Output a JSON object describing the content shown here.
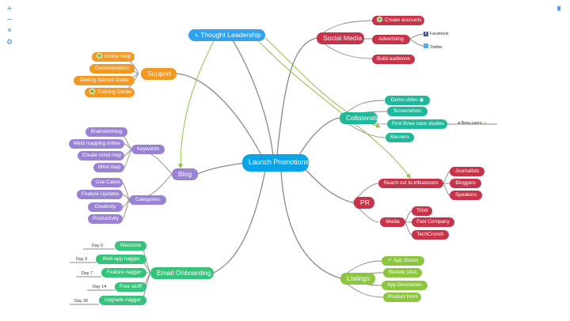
{
  "center": "Launch Promotions",
  "thought": "Thought Leadership",
  "colors": {
    "social": "#c7344a",
    "support": "#f09a25",
    "collat": "#1fb89a",
    "blog": "#9b83d4",
    "pr": "#c7344a",
    "onboard": "#37c37b",
    "listings": "#8cc63f",
    "center": "#0aa3e8",
    "thought": "#2fa3f0",
    "link": "#8a8a8a",
    "arrow": "#8cc63f"
  },
  "icons": [
    "zoom-in-icon",
    "zoom-out-icon",
    "collapse-icon",
    "settings-icon",
    "user-avatar-icon",
    "facebook-icon",
    "twitter-icon",
    "check-icon",
    "beta-user-icon"
  ],
  "social_media": {
    "label": "Social Media",
    "children": [
      "Create accounts",
      "Advertising",
      "Build audience"
    ],
    "advertising_children": [
      "Facebook",
      "Twitter"
    ]
  },
  "support": {
    "label": "Support",
    "children": [
      "Online Help",
      "Documentation",
      "Getting Started Guide",
      "Training Center"
    ]
  },
  "collaterals": {
    "label": "Collaterals",
    "children": [
      "Demo video",
      "Screenshots",
      "First three case studies",
      "Banners"
    ],
    "beta": "Beta users"
  },
  "blog": {
    "label": "Blog",
    "keywords": {
      "label": "Keywords",
      "children": [
        "Brainstorming",
        "Mind mapping online",
        "Create mind map",
        "Mind map"
      ]
    },
    "categories": {
      "label": "Categories",
      "children": [
        "Use Cases",
        "Feature Updates",
        "Creativity",
        "Productivity"
      ]
    }
  },
  "pr": {
    "label": "PR",
    "influencers": {
      "label": "Reach out to influencers",
      "children": [
        "Journalists",
        "Bloggers",
        "Speakers"
      ]
    },
    "media": {
      "label": "Media",
      "children": [
        "TNW",
        "Fast Company",
        "TechCrunch"
      ]
    }
  },
  "email": {
    "label": "Email Onboarding",
    "children": [
      "Welcome",
      "Web app nagger",
      "Feature nagger",
      "Free stuff!",
      "Upgrade nagger"
    ],
    "days": [
      "Day 0",
      "Day 3",
      "Day 7",
      "Day 14",
      "Day 30"
    ]
  },
  "listings": {
    "label": "Listings",
    "children": [
      "App Stores",
      "Review sites",
      "App Directories",
      "Product Hunt"
    ]
  }
}
